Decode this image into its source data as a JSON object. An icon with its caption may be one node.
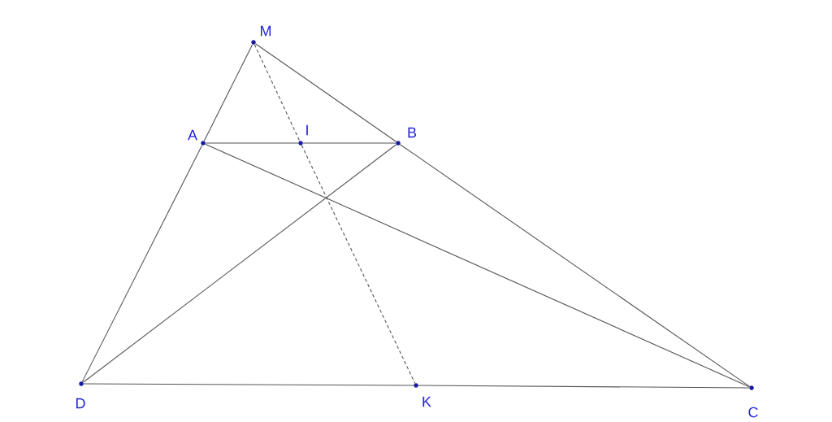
{
  "diagram": {
    "nodes": [
      {
        "text": [
          "M"
        ]
      },
      {
        "text": [
          "A"
        ]
      },
      {
        "text": [
          "I"
        ]
      },
      {
        "text": [
          "B"
        ]
      },
      {
        "text": [
          "D"
        ]
      },
      {
        "text": [
          "K"
        ]
      },
      {
        "text": [
          "C"
        ]
      }
    ],
    "edges": [
      {
        "from": 0,
        "to": 1,
        "arrow": "none"
      },
      {
        "from": 1,
        "to": 4,
        "arrow": "none"
      },
      {
        "from": 0,
        "to": 3,
        "arrow": "none"
      },
      {
        "from": 3,
        "to": 6,
        "arrow": "none"
      },
      {
        "from": 1,
        "to": 2,
        "arrow": "none"
      },
      {
        "from": 2,
        "to": 3,
        "arrow": "none"
      },
      {
        "from": 1,
        "to": 6,
        "arrow": "none"
      },
      {
        "from": 3,
        "to": 4,
        "arrow": "none"
      },
      {
        "from": 4,
        "to": 5,
        "arrow": "none"
      },
      {
        "from": 5,
        "to": 6,
        "arrow": "none"
      },
      {
        "from": 0,
        "to": 2,
        "arrow": "none",
        "style": "dashed"
      },
      {
        "from": 2,
        "to": 5,
        "arrow": "none",
        "style": "dashed"
      }
    ]
  }
}
